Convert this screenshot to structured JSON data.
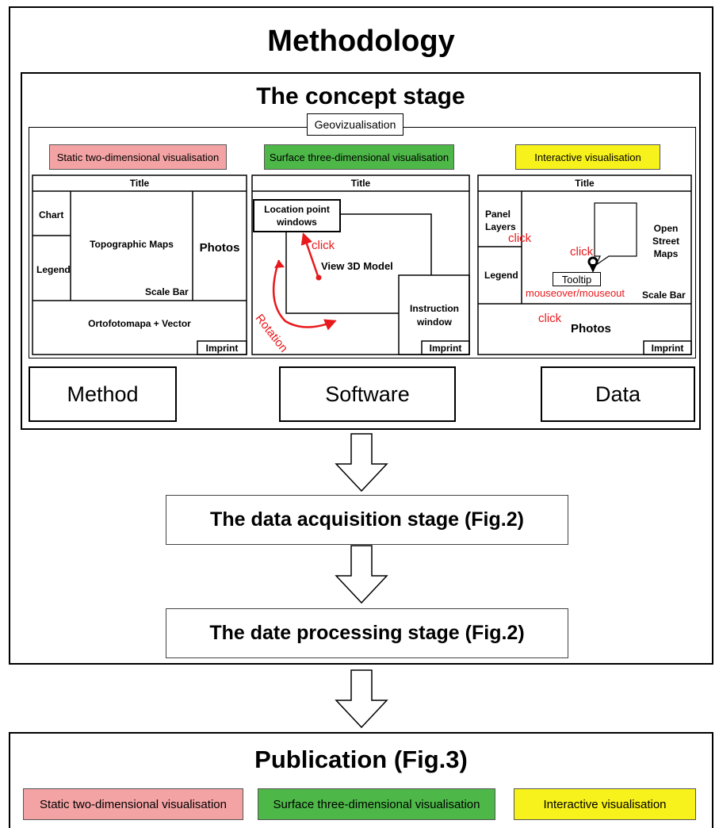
{
  "title": "Methodology",
  "concept": {
    "title": "The concept stage",
    "geo_label": "Geovizualisation",
    "types": {
      "static": "Static two-dimensional visualisation",
      "surface": "Surface three-dimensional visualisation",
      "interactive": "Interactive visualisation"
    },
    "panel_static": {
      "title": "Title",
      "chart": "Chart",
      "legend": "Legend",
      "maps": "Topographic Maps",
      "photos": "Photos",
      "scale": "Scale Bar",
      "ortho": "Ortofotomapa + Vector",
      "imprint": "Imprint"
    },
    "panel_surface": {
      "title": "Title",
      "location": "Location point windows",
      "click": "click",
      "view": "View 3D Model",
      "rotation": "Rotation",
      "instruction": "Instruction window",
      "imprint": "Imprint"
    },
    "panel_interactive": {
      "title": "Title",
      "panel_layers": "Panel Layers",
      "click_layers": "click",
      "legend": "Legend",
      "click_popup": "click",
      "tooltip": "Tooltip",
      "mouseover": "mouseover/mouseout",
      "osm": "Open Street Maps",
      "scale": "Scale Bar",
      "click_photos": "click",
      "photos": "Photos",
      "imprint": "Imprint"
    },
    "method": "Method",
    "software": "Software",
    "data": "Data"
  },
  "acquisition": "The data acquisition stage (Fig.2)",
  "processing": "The date processing stage (Fig.2)",
  "publication": {
    "title": "Publication (Fig.3)",
    "static": "Static two-dimensional visualisation",
    "surface": "Surface three-dimensional visualisation",
    "interactive": "Interactive visualisation"
  },
  "colors": {
    "static": "#f4a3a4",
    "surface": "#4db848",
    "interactive": "#f7f21b",
    "accent_red": "#e8191c"
  }
}
